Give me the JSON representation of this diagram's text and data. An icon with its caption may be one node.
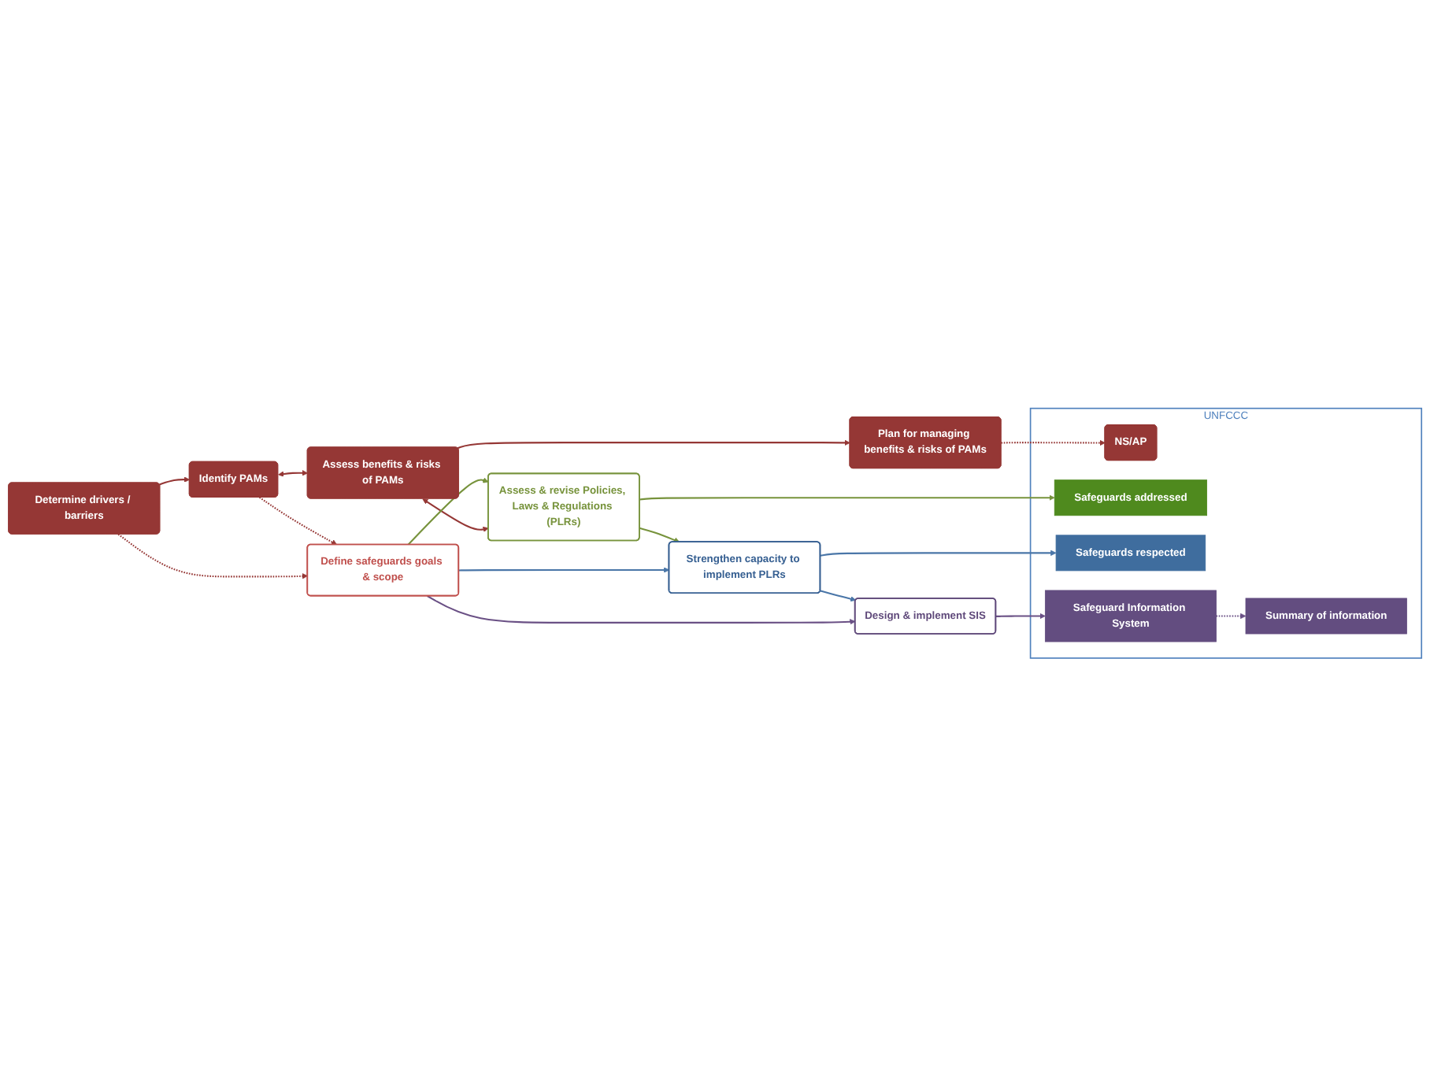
{
  "diagram": {
    "nodes": [
      {
        "text": [
          "Determine drivers / barriers"
        ]
      },
      {
        "text": [
          "Identify PAMs"
        ]
      },
      {
        "text": [
          "Assess benefits & risks of PAMs"
        ]
      },
      {
        "text": [
          "Plan for managing benefits & risks of PAMs"
        ]
      },
      {
        "text": [
          "UNFCCC"
        ]
      },
      {
        "text": [
          "NS/AP"
        ],
        "in": 4
      },
      {
        "text": [
          "Assess & revise Policies, Laws & Regulations (PLRs)"
        ]
      },
      {
        "text": [
          "Safeguards addressed"
        ],
        "in": 4
      },
      {
        "text": [
          "Define safeguards goals & scope"
        ]
      },
      {
        "text": [
          "Strengthen capacity to implement PLRs"
        ]
      },
      {
        "text": [
          "Safeguards respected"
        ],
        "in": 4
      },
      {
        "text": [
          "Design & implement SIS"
        ]
      },
      {
        "text": [
          "Safeguard Information System"
        ],
        "in": 4
      },
      {
        "text": [
          "Summary of information"
        ],
        "in": 4
      }
    ],
    "edges": [
      {
        "from": 0,
        "to": 1,
        "arrow": "to"
      },
      {
        "from": 1,
        "to": 2,
        "arrow": "both"
      },
      {
        "from": 2,
        "to": 3,
        "arrow": "to"
      },
      {
        "from": 3,
        "to": 5,
        "arrow": "to",
        "style": "dashed"
      },
      {
        "from": 2,
        "to": 6,
        "arrow": "both"
      },
      {
        "from": 0,
        "to": 8,
        "arrow": "to",
        "style": "dashed"
      },
      {
        "from": 1,
        "to": 8,
        "arrow": "to",
        "style": "dashed"
      },
      {
        "from": 8,
        "to": 6,
        "arrow": "to",
        "color": "#77933c"
      },
      {
        "from": 8,
        "to": 9,
        "arrow": "to",
        "color": "#4a76a8"
      },
      {
        "from": 8,
        "to": 11,
        "arrow": "to",
        "color": "#6a5085"
      },
      {
        "from": 6,
        "to": 9,
        "arrow": "to",
        "color": "#77933c"
      },
      {
        "from": 9,
        "to": 11,
        "arrow": "to",
        "color": "#4a76a8"
      },
      {
        "from": 6,
        "to": 7,
        "arrow": "to",
        "color": "#77933c"
      },
      {
        "from": 9,
        "to": 10,
        "arrow": "to",
        "color": "#4a76a8"
      },
      {
        "from": 11,
        "to": 12,
        "arrow": "to",
        "color": "#6a5085"
      },
      {
        "from": 12,
        "to": 13,
        "arrow": "to",
        "style": "dashed",
        "color": "#6a5085"
      }
    ]
  }
}
